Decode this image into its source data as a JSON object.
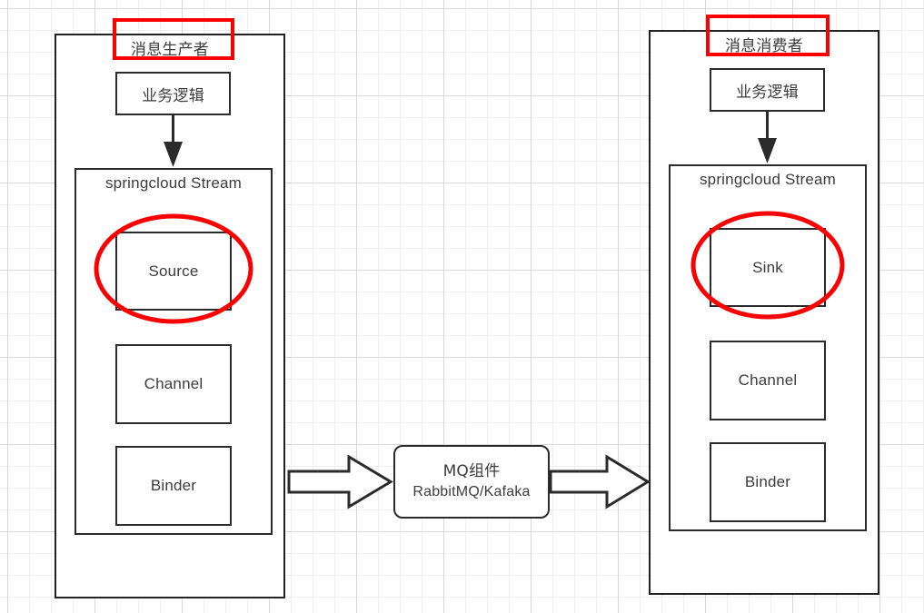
{
  "diagram": {
    "title": "SpringCloud Stream message producer / consumer architecture",
    "background": "graph-paper-grid",
    "colors": {
      "stroke": "#2b2b2b",
      "text": "#3c3c3c",
      "annotation": "#fb0000",
      "grid_minor": "#efefef",
      "grid_major": "#d9d9d9",
      "canvas": "#ffffff"
    }
  },
  "producer": {
    "title": "消息生产者",
    "business_logic": "业务逻辑",
    "stream_title": "springcloud Stream",
    "blocks": [
      {
        "label": "Source"
      },
      {
        "label": "Channel"
      },
      {
        "label": "Binder"
      }
    ],
    "highlighted_block": "Source"
  },
  "consumer": {
    "title": "消息消费者",
    "business_logic": "业务逻辑",
    "stream_title": "springcloud Stream",
    "blocks": [
      {
        "label": "Sink"
      },
      {
        "label": "Channel"
      },
      {
        "label": "Binder"
      }
    ],
    "highlighted_block": "Sink"
  },
  "middleware": {
    "line1": "MQ组件",
    "line2": "RabbitMQ/Kafaka"
  },
  "connectors": {
    "producer_logic_to_stream": "arrow-down",
    "producer_to_mq": "block-arrow-right",
    "mq_to_consumer": "block-arrow-right"
  }
}
